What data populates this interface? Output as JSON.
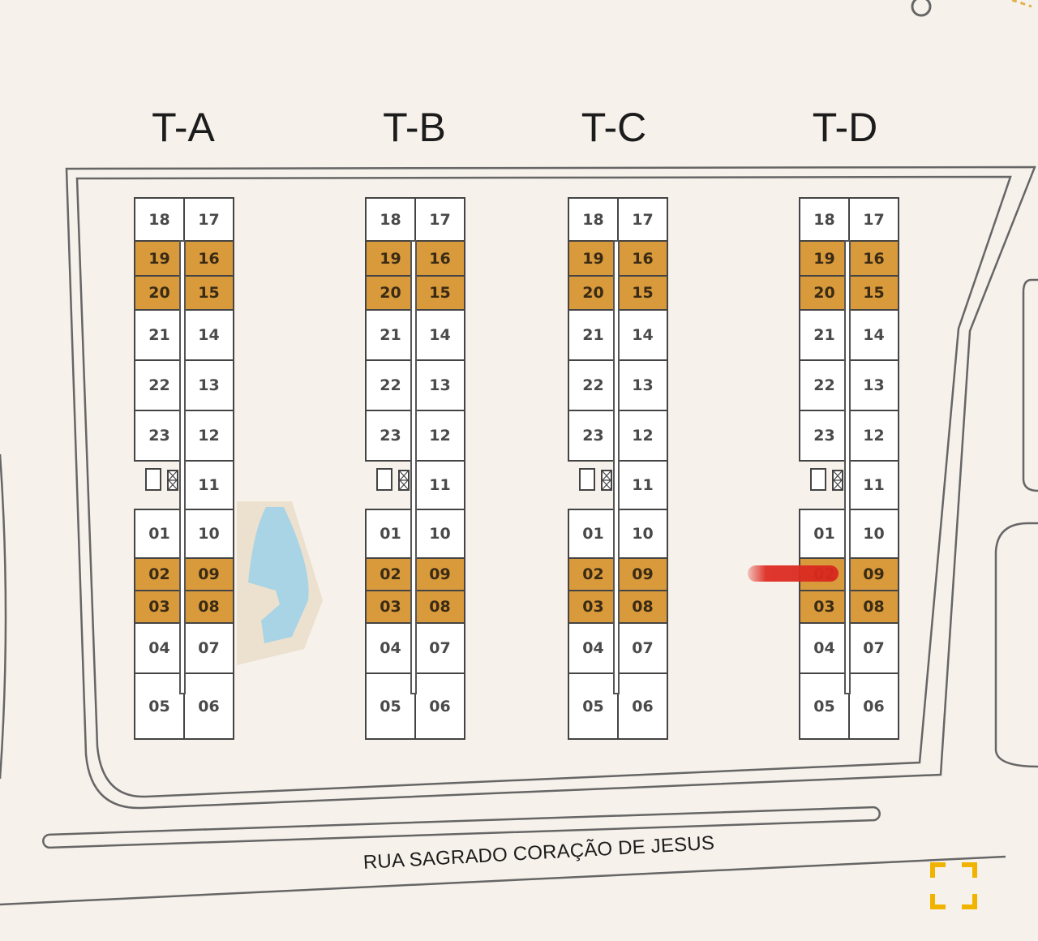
{
  "towers": [
    {
      "title": "T-A"
    },
    {
      "title": "T-B"
    },
    {
      "title": "T-C"
    },
    {
      "title": "T-D"
    }
  ],
  "units": {
    "left": [
      "18",
      "19",
      "20",
      "21",
      "22",
      "23",
      "01",
      "02",
      "03",
      "04",
      "05"
    ],
    "right": [
      "17",
      "16",
      "15",
      "14",
      "13",
      "12",
      "11",
      "10",
      "09",
      "08",
      "07",
      "06"
    ]
  },
  "highlighted_units": [
    "19",
    "20",
    "16",
    "15",
    "02",
    "03",
    "09",
    "08"
  ],
  "selected_unit": {
    "tower": "T-D",
    "unit": "02"
  },
  "street": {
    "name": "RUA SAGRADO CORAÇÃO DE JESUS"
  },
  "colors": {
    "background": "#f7f1eb",
    "highlight": "#d99a3c",
    "marker": "#d9302a",
    "pool": "#a8d4e6",
    "expand_icon": "#f0b400"
  },
  "icons": {
    "expand": "expand-icon"
  }
}
